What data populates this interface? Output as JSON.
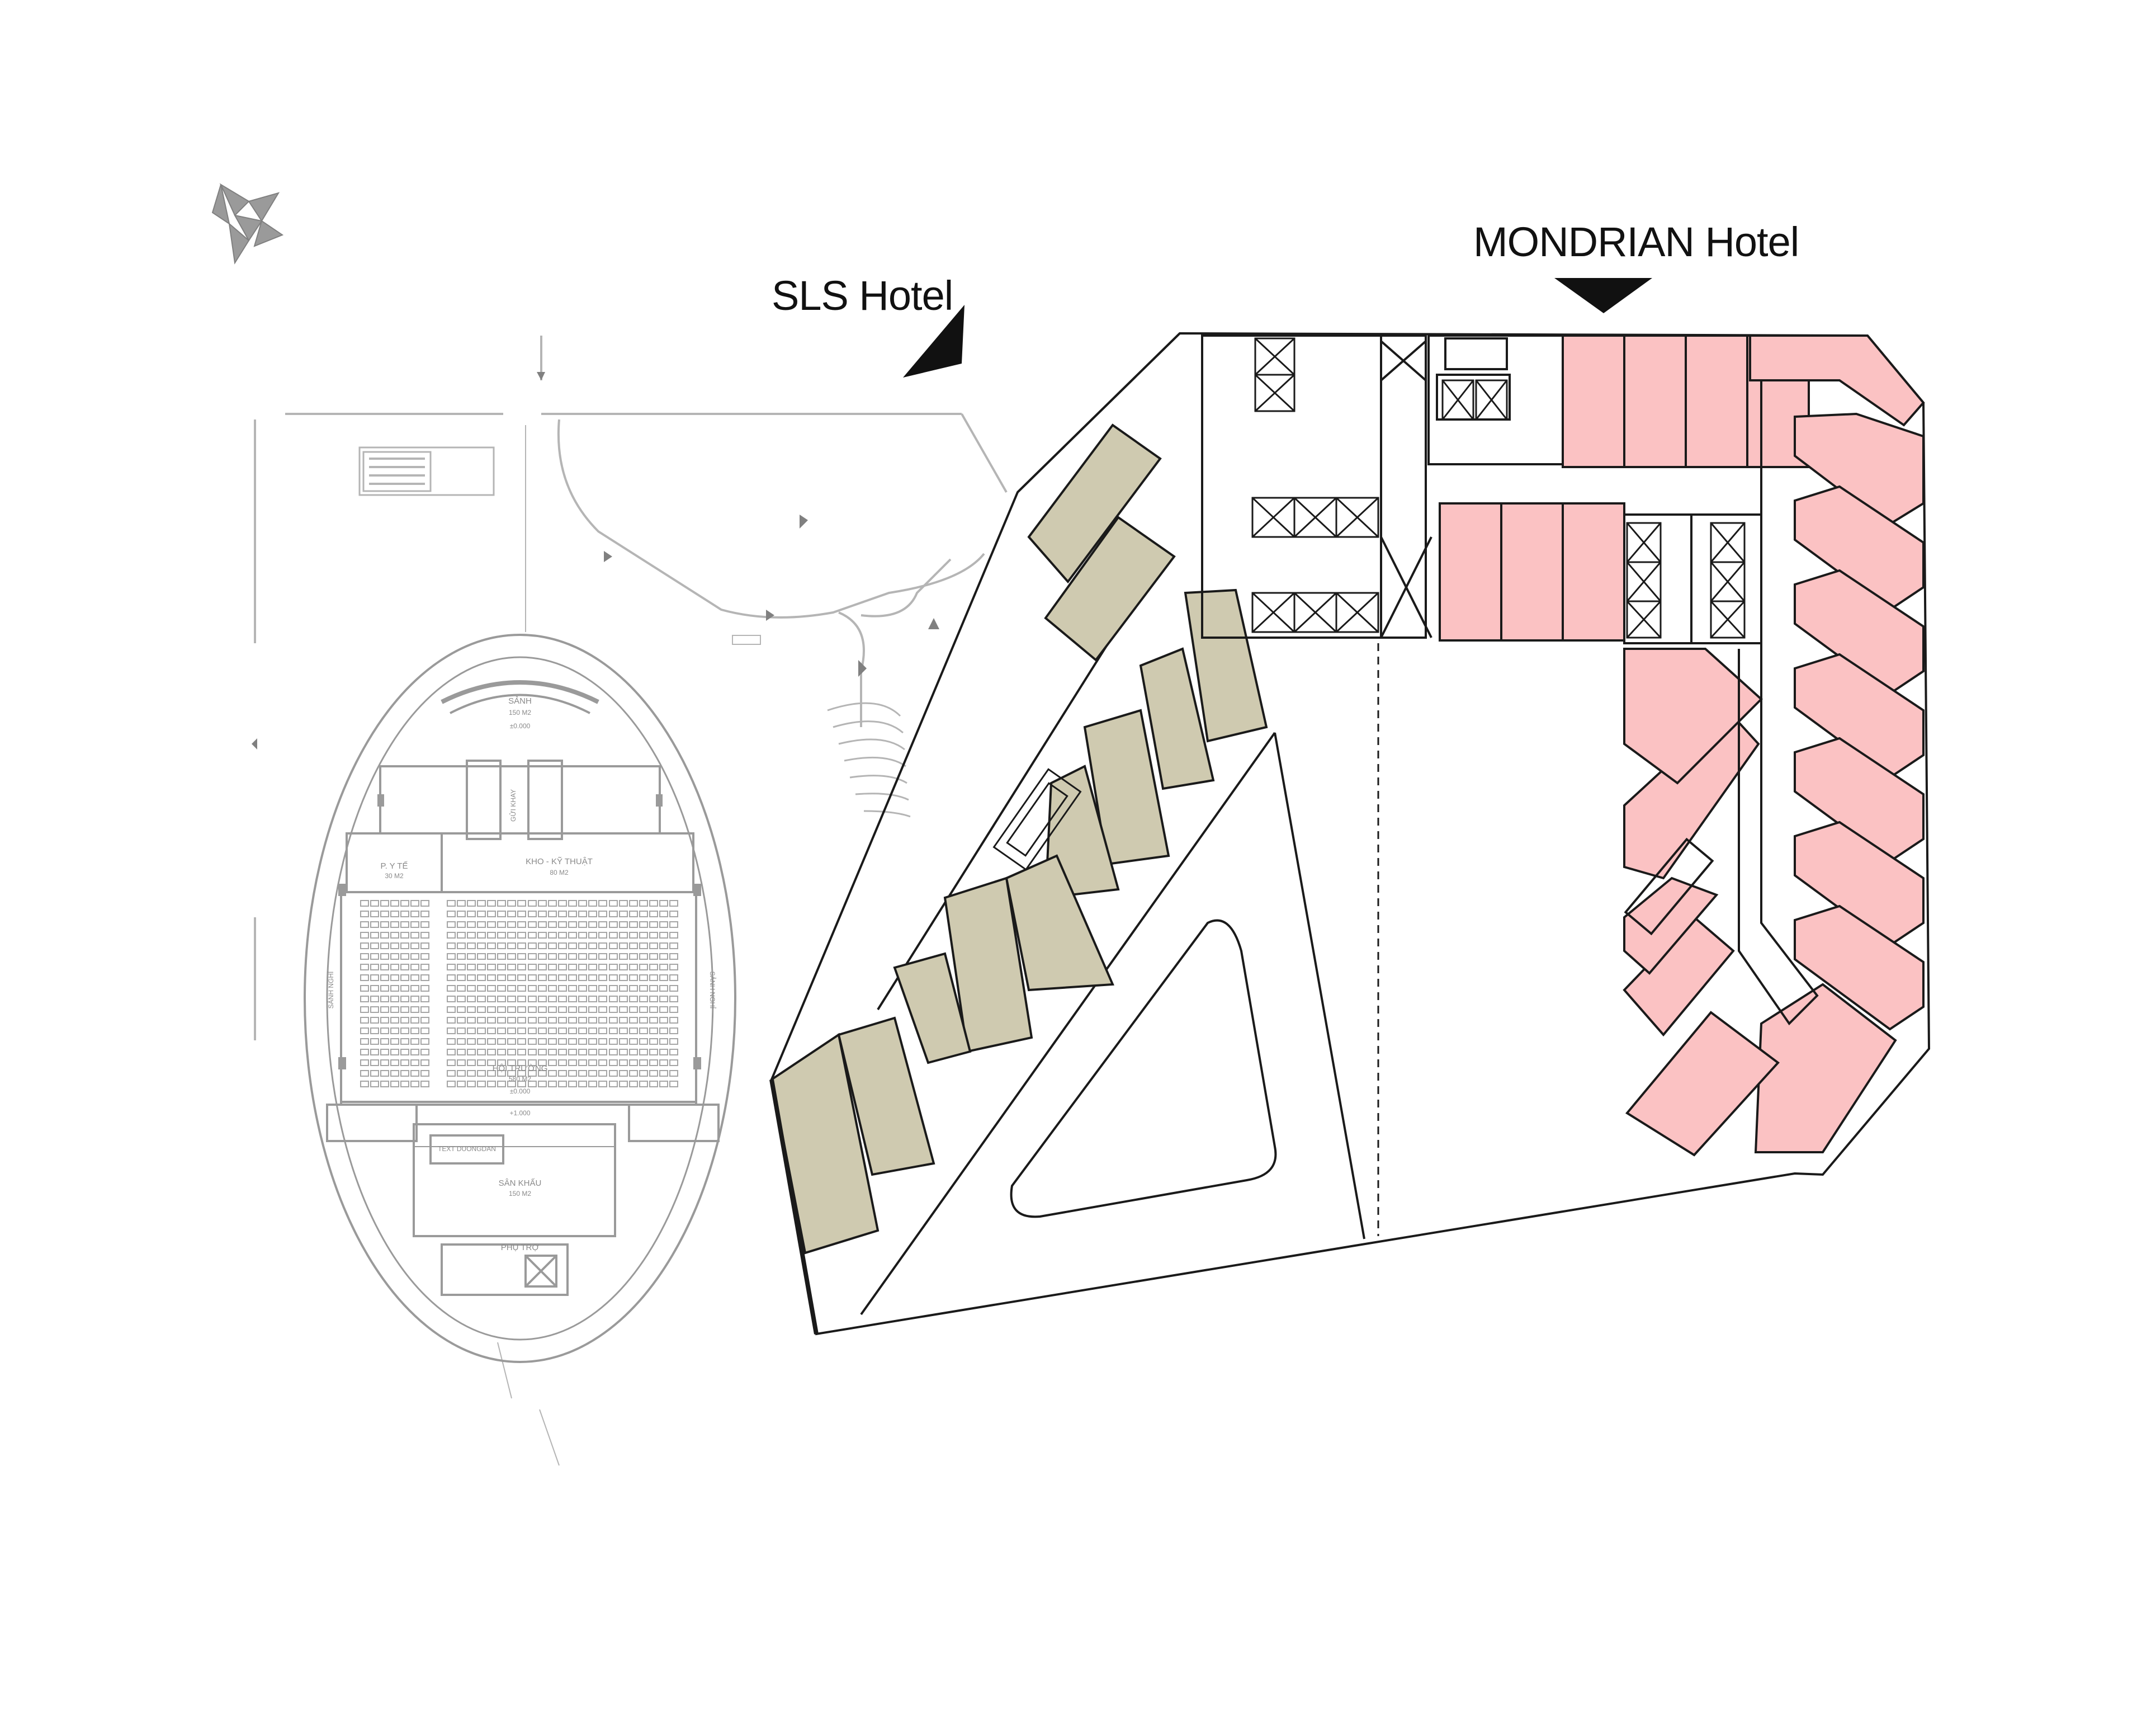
{
  "hotels": {
    "sls": {
      "label": "SLS Hotel",
      "color": "#cfcab0"
    },
    "mondrian": {
      "label": "MONDRIAN Hotel",
      "color": "#fbc2c3"
    }
  },
  "auditorium": {
    "lobby": "SẢNH",
    "lobby_area": "150 M2",
    "lobby_level": "±0.000",
    "cloakroom": "GỬI KHAY",
    "medical": "P. Y TẾ",
    "medical_area": "30 M2",
    "storage": "KHO - KỸ THUẬT",
    "storage_area": "80 M2",
    "left_aisle": "SẢNH NGHỈ",
    "right_aisle": "SẢNH NGHỈ",
    "hall": "HỘI TRƯỜNG",
    "hall_area": "580 M2",
    "hall_level": "±0.000",
    "stage_level": "+1.000",
    "screen": "TEXT DUONGDAN",
    "stage": "SÂN KHẤU",
    "stage_area": "150 M2",
    "service": "PHỤ TRỢ"
  },
  "colors": {
    "line": "#1a1a1a",
    "faint": "#9a9a9a",
    "context": "#b5b5b5"
  }
}
